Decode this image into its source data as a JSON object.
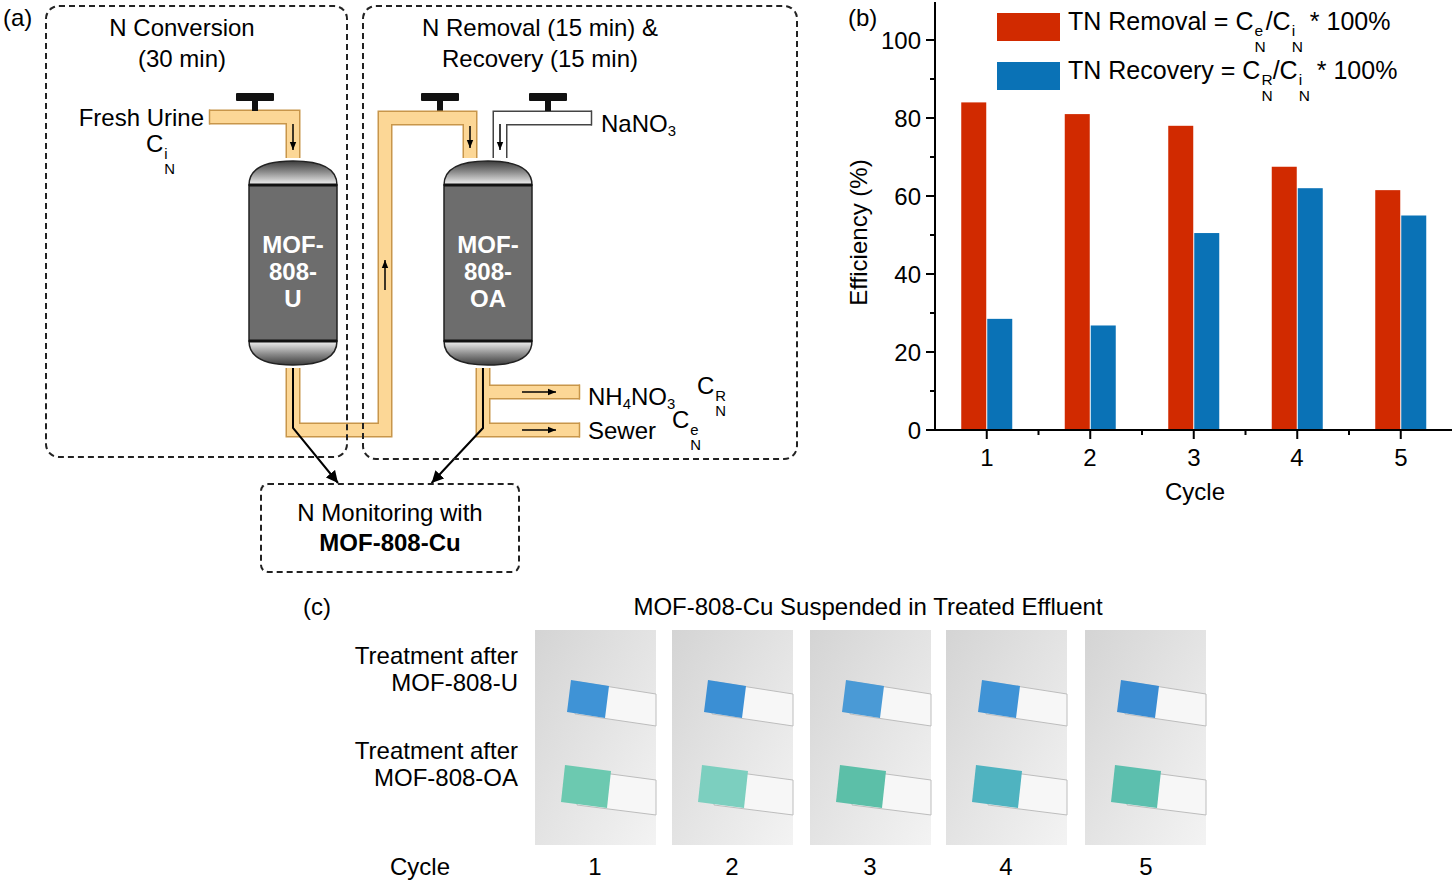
{
  "diagram": {
    "nodes": [
      {
        "text": [
          "N Conversion (30 min)"
        ]
      },
      {
        "text": [
          "MOF- 808- U"
        ],
        "in": 0
      },
      {
        "text": [
          "N Removal (15 min) & Recovery (15 min)"
        ]
      },
      {
        "text": [
          "MOF- 808- OA"
        ],
        "in": 2
      },
      {
        "text": [
          "N Monitoring with",
          "MOF-808-Cu"
        ]
      }
    ],
    "edges": [
      {
        "from": 1,
        "to": 3,
        "arrow": "to"
      },
      {
        "from": 1,
        "to": 4,
        "arrow": "to"
      },
      {
        "from": 3,
        "to": 4,
        "arrow": "to"
      }
    ],
    "labels": [
      "(a)",
      "Fresh Urine",
      "CNi",
      "NaNO3",
      "NH4NO3",
      "CNR",
      "Sewer",
      "CNe",
      "(b)",
      "100",
      "80",
      "60",
      "40",
      "20",
      "0",
      "1",
      "2",
      "3",
      "4",
      "5",
      "Efficiency (%)",
      "Cycle",
      "(c)",
      "MOF-808-Cu Suspended in Treated Effluent",
      "Treatment after MOF-808-U",
      "Treatment after MOF-808-OA",
      "Cycle",
      "1",
      "2",
      "3",
      "4",
      "5"
    ],
    "legend": [
      {
        "text": "TN Removal = CNe/CNi * 100%",
        "color": "#d12a00"
      },
      {
        "text": "TN Recovery = CNR/CNi * 100%",
        "color": "#0a72b6"
      }
    ]
  }
}
